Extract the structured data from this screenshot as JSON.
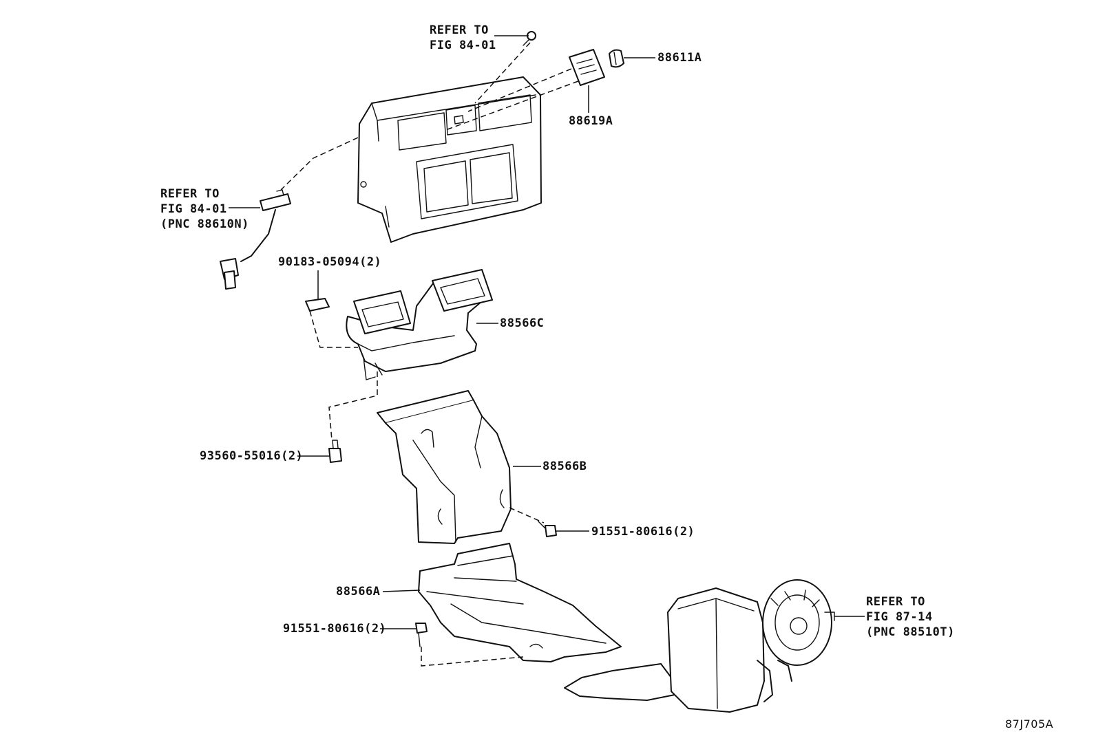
{
  "callouts": {
    "refer_top": {
      "line1": "REFER TO",
      "line2": "FIG 84-01"
    },
    "p88611A": "88611A",
    "p88619A": "88619A",
    "refer_left": {
      "line1": "REFER TO",
      "line2": "FIG 84-01",
      "line3": "(PNC 88610N)"
    },
    "p90183": "90183-05094(2)",
    "p88566C": "88566C",
    "p93560": "93560-55016(2)",
    "p88566B": "88566B",
    "p91551_right": "91551-80616(2)",
    "p88566A": "88566A",
    "p91551_left": "91551-80616(2)",
    "refer_right": {
      "line1": "REFER TO",
      "line2": "FIG 87-14",
      "line3": "(PNC 88510T)"
    }
  },
  "diagram_id": "87J705A"
}
